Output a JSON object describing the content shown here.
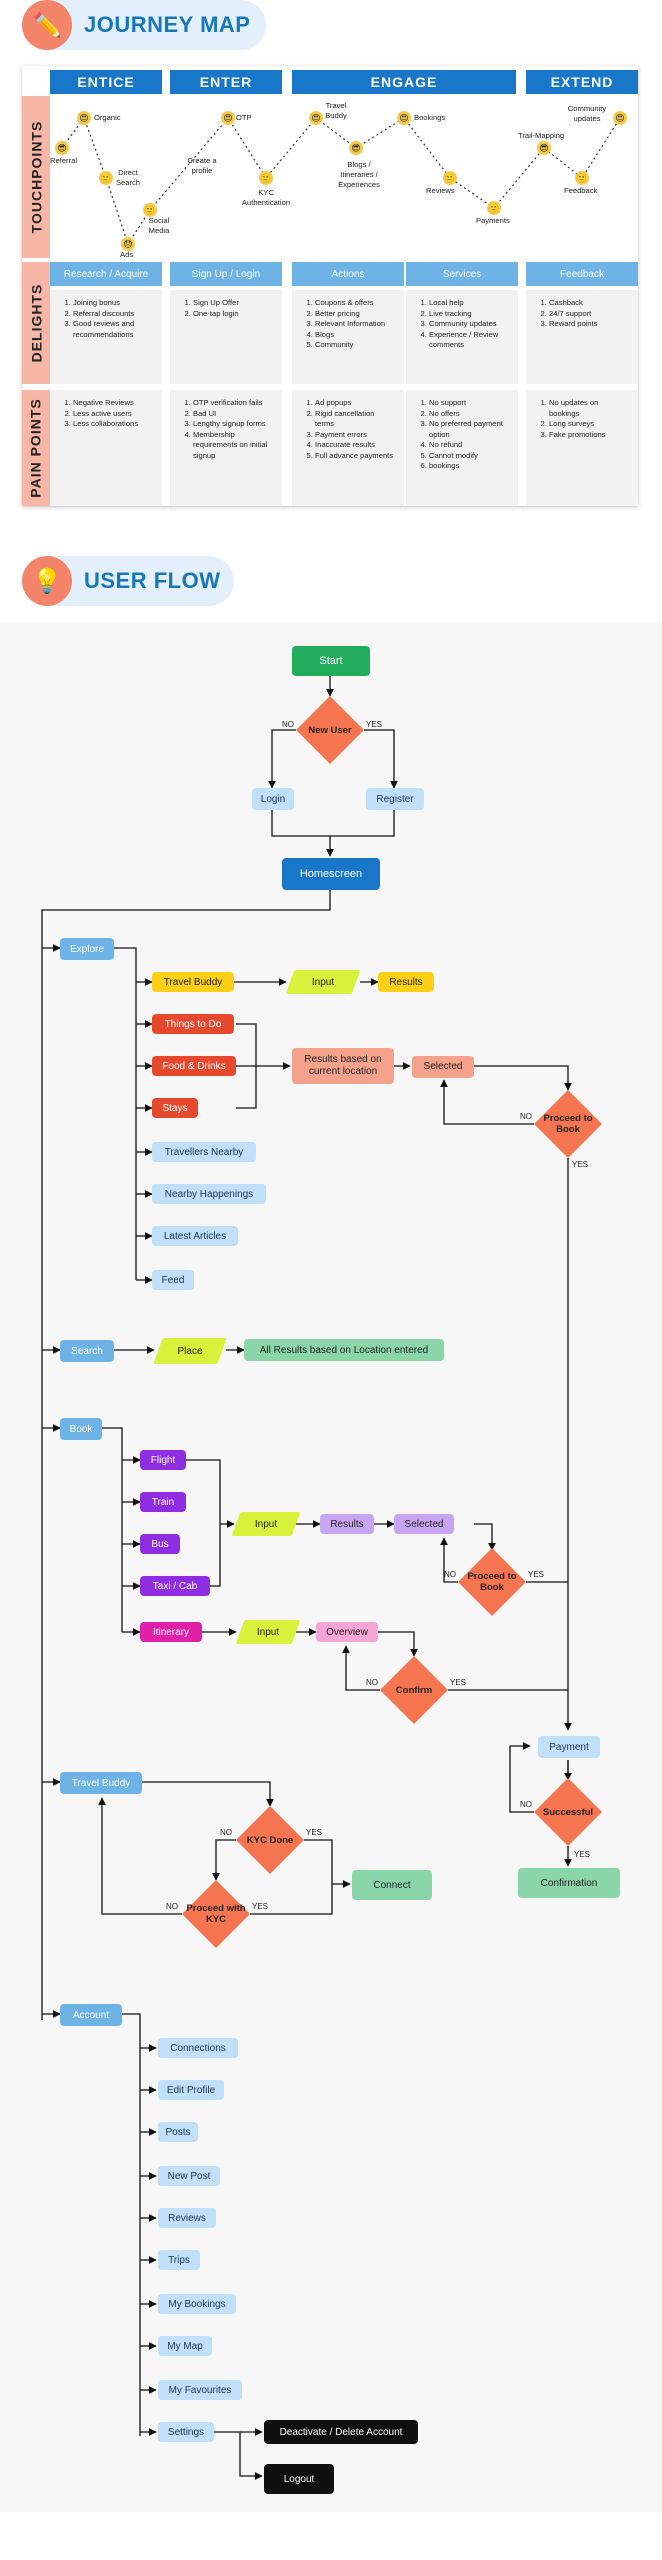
{
  "journey": {
    "title": "JOURNEY MAP",
    "icon": "pencil-icon",
    "stages": [
      "ENTICE",
      "ENTER",
      "ENGAGE",
      "EXTEND"
    ],
    "row_labels": [
      "TOUCHPOINTS",
      "DELIGHTS",
      "PAIN POINTS"
    ],
    "touchpoints": [
      "Organic",
      "Referral",
      "Direct Search",
      "Ads",
      "Social Media",
      "OTP",
      "Create a profile",
      "KYC Authentication",
      "Travel Buddy",
      "Bookings",
      "Blogs / Itineraries / Experiences",
      "Reviews",
      "Payments",
      "Trail-Mapping",
      "Community updates",
      "Feedback"
    ],
    "columns": [
      "Research / Acquire",
      "Sign Up / Login",
      "Actions",
      "Services",
      "Feedback"
    ],
    "delights": [
      [
        "Joining bonus",
        "Referral discounts",
        "Good reviews and recommendations"
      ],
      [
        "Sign Up Offer",
        "One-tap login"
      ],
      [
        "Coupons & offers",
        "Better pricing",
        "Relevant Information",
        "Blogs",
        "Community"
      ],
      [
        "Local help",
        "Live tracking",
        "Community updates",
        "Experience / Review comments"
      ],
      [
        "Cashback",
        "24/7 support",
        "Reward points"
      ]
    ],
    "pain_points": [
      [
        "Negative Reviews",
        "Less active users",
        "Less collaborations"
      ],
      [
        "OTP verification fails",
        "Bad UI",
        "Lengthy signup forms",
        "Membership requirements on initial signup"
      ],
      [
        "Ad popups",
        "Rigid cancellation terms",
        "Payment errors",
        "Inaccurate results",
        "Full advance payments"
      ],
      [
        "No support",
        "No offers",
        "No preferred payment option",
        "No refund",
        "Cannot modify",
        "bookings"
      ],
      [
        "No updates on bookings",
        "Long surveys",
        "Fake promotions"
      ]
    ]
  },
  "userflow": {
    "title": "USER FLOW",
    "icon": "lightbulb-icon",
    "start": "Start",
    "new_user": "New User",
    "no": "NO",
    "yes": "YES",
    "login": "Login",
    "register": "Register",
    "homescreen": "Homescreen",
    "explore": "Explore",
    "travel_buddy": "Travel Buddy",
    "input": "Input",
    "results": "Results",
    "things_to_do": "Things to Do",
    "food_drinks": "Food & Drinks",
    "stays": "Stays",
    "results_location": "Results based on current location",
    "selected": "Selected",
    "proceed_to_book": "Proceed to Book",
    "travellers_nearby": "Travellers Nearby",
    "nearby_happenings": "Nearby Happenings",
    "latest_articles": "Latest Articles",
    "feed": "Feed",
    "search": "Search",
    "place": "Place",
    "all_results": "All Results based on Location entered",
    "book": "Book",
    "flight": "Flight",
    "train": "Train",
    "bus": "Bus",
    "taxi_cab": "Taxi / Cab",
    "itinerary": "Itinerary",
    "overview": "Overview",
    "confirm": "Confirm",
    "payment": "Payment",
    "successful": "Successful",
    "confirmation": "Confirmation",
    "kyc_done": "KYC Done",
    "connect": "Connect",
    "proceed_with_kyc": "Proceed with KYC",
    "account": "Account",
    "account_items": [
      "Connections",
      "Edit Profile",
      "Posts",
      "New Post",
      "Reviews",
      "Trips",
      "My Bookings",
      "My Map",
      "My Favourites",
      "Settings"
    ],
    "deactivate": "Deactivate / Delete Account",
    "logout": "Logout"
  },
  "colors": {
    "accent_blue": "#1877c9",
    "light_blue": "#bfe0f7",
    "salmon": "#f8b7a6",
    "diamond": "#f47550",
    "lime": "#d6f23a",
    "mint": "#8ad6aa"
  }
}
